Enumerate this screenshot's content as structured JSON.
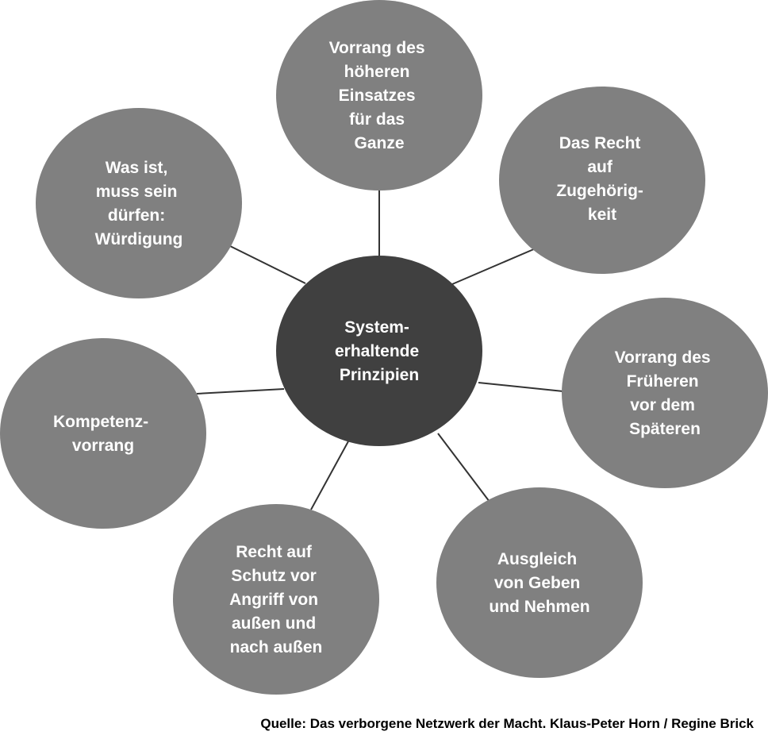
{
  "center": {
    "label_lines": [
      "System-",
      "erhaltende",
      "Prinzipien"
    ]
  },
  "nodes": [
    {
      "id": "vorrang-hoeherer-einsatz",
      "label_lines": [
        "Vorrang des",
        "höheren",
        "Einsatzes",
        "für das",
        "Ganze"
      ]
    },
    {
      "id": "recht-auf-zugehoerigkeit",
      "label_lines": [
        "Das Recht",
        "auf",
        "Zugehörig-",
        "keit"
      ]
    },
    {
      "id": "vorrang-des-frueheren",
      "label_lines": [
        "Vorrang des",
        "Früheren",
        "vor dem",
        "Späteren"
      ]
    },
    {
      "id": "ausgleich-geben-nehmen",
      "label_lines": [
        "Ausgleich",
        "von Geben",
        "und Nehmen"
      ]
    },
    {
      "id": "recht-auf-schutz",
      "label_lines": [
        "Recht auf",
        "Schutz vor",
        "Angriff von",
        "außen und",
        "nach außen"
      ]
    },
    {
      "id": "kompetenzvorrang",
      "label_lines": [
        "Kompetenz-",
        "vorrang"
      ]
    },
    {
      "id": "wuerdigung",
      "label_lines": [
        "Was ist,",
        "muss sein",
        "dürfen:",
        "Würdigung"
      ]
    }
  ],
  "source": "Quelle: Das verborgene Netzwerk der Macht. Klaus-Peter Horn / Regine Brick",
  "colors": {
    "center": "#404040",
    "node": "#808080",
    "connector": "#333333",
    "node_text": "#ffffff"
  }
}
